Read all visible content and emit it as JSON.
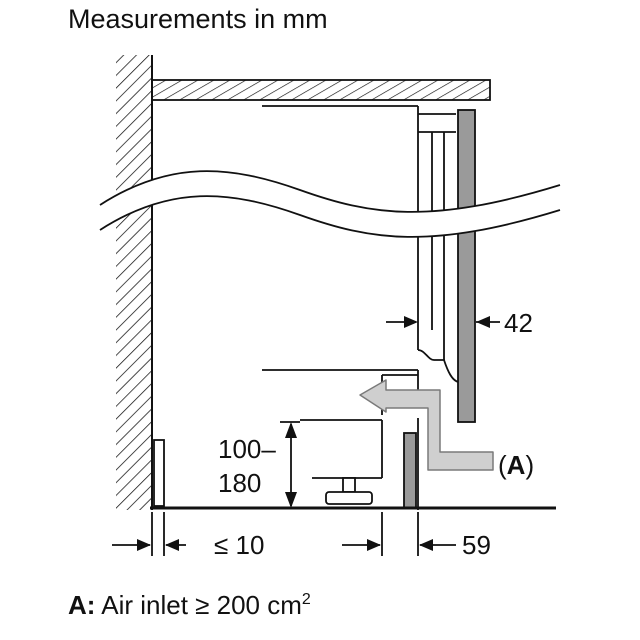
{
  "title": "Measurements in mm",
  "dimensions": {
    "panel_gap": "42",
    "plinth_height_top": "100–",
    "plinth_height_bottom": "180",
    "wall_gap": "≤ 10",
    "plinth_depth": "59"
  },
  "callout": {
    "open": "(",
    "letter": "A",
    "close": ")"
  },
  "legend": {
    "key": "A:",
    "text": " Air inlet ≥ 200 cm",
    "superscript": "2"
  },
  "colors": {
    "line": "#111111",
    "panel_fill": "#9a9a9a",
    "arrow_fill": "#cfcfcf"
  }
}
